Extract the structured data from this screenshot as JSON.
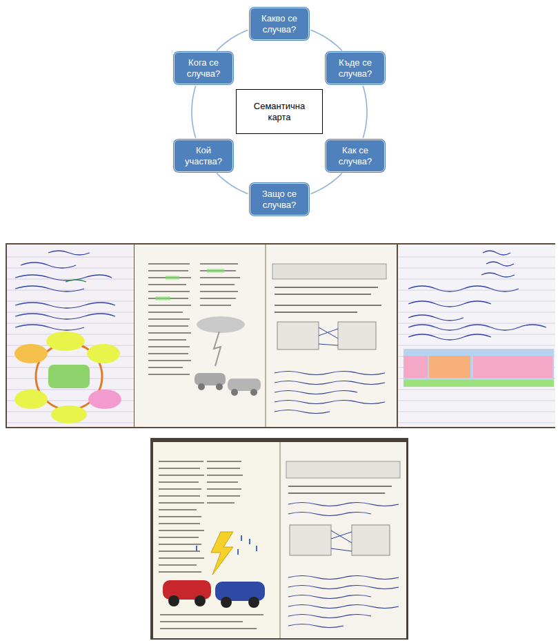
{
  "diagram": {
    "nodes": [
      {
        "text": [
          "Какво се случва?"
        ]
      },
      {
        "text": [
          "Къде се случва?"
        ]
      },
      {
        "text": [
          "Как се случва?"
        ]
      },
      {
        "text": [
          "Защо се случва?"
        ]
      },
      {
        "text": [
          "Кой участва?"
        ]
      },
      {
        "text": [
          "Кога се случва?"
        ]
      },
      {
        "text": [
          "Семантична карта"
        ]
      }
    ],
    "edges": [
      {
        "from": 0,
        "to": 1,
        "arrow": "none"
      },
      {
        "from": 1,
        "to": 2,
        "arrow": "none"
      },
      {
        "from": 2,
        "to": 3,
        "arrow": "none"
      },
      {
        "from": 3,
        "to": 4,
        "arrow": "none"
      },
      {
        "from": 4,
        "to": 5,
        "arrow": "none"
      },
      {
        "from": 5,
        "to": 0,
        "arrow": "none"
      }
    ]
  }
}
